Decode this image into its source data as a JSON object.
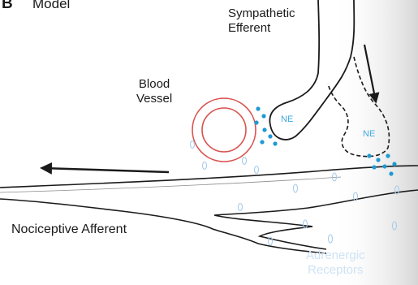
{
  "figure": {
    "panel_letter": "B",
    "title": "Model"
  },
  "labels": {
    "sympathetic_efferent_line1": "Sympathetic",
    "sympathetic_efferent_line2": "Efferent",
    "blood_vessel_line1": "Blood",
    "blood_vessel_line2": "Vessel",
    "nociceptive_afferent": "Nociceptive Afferent",
    "adrenergic_receptors_line1": "Adrenergic",
    "adrenergic_receptors_line2": "Receptors",
    "ne_released": "NE",
    "ne_sprouting": "NE"
  },
  "colors": {
    "outline": "#1a1a1a",
    "vessel": "#d9534f",
    "ne_dots": "#1e9ad6",
    "ne_text": "#3fa9e0",
    "receptors": "#a9cbe8",
    "receptor_label": "#cfe3f5",
    "shade_gradient_start": "#ffffff",
    "shade_gradient_end": "#d6d6d6"
  }
}
